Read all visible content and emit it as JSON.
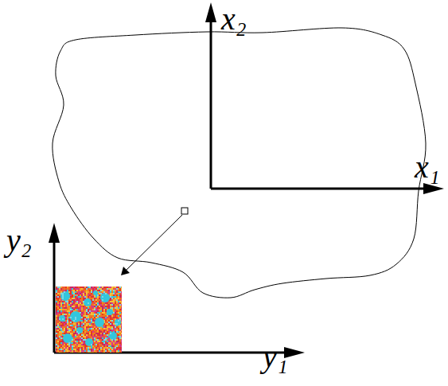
{
  "diagram": {
    "labels": [
      "x₂",
      "x₁",
      "y₂",
      "y₁"
    ]
  }
}
